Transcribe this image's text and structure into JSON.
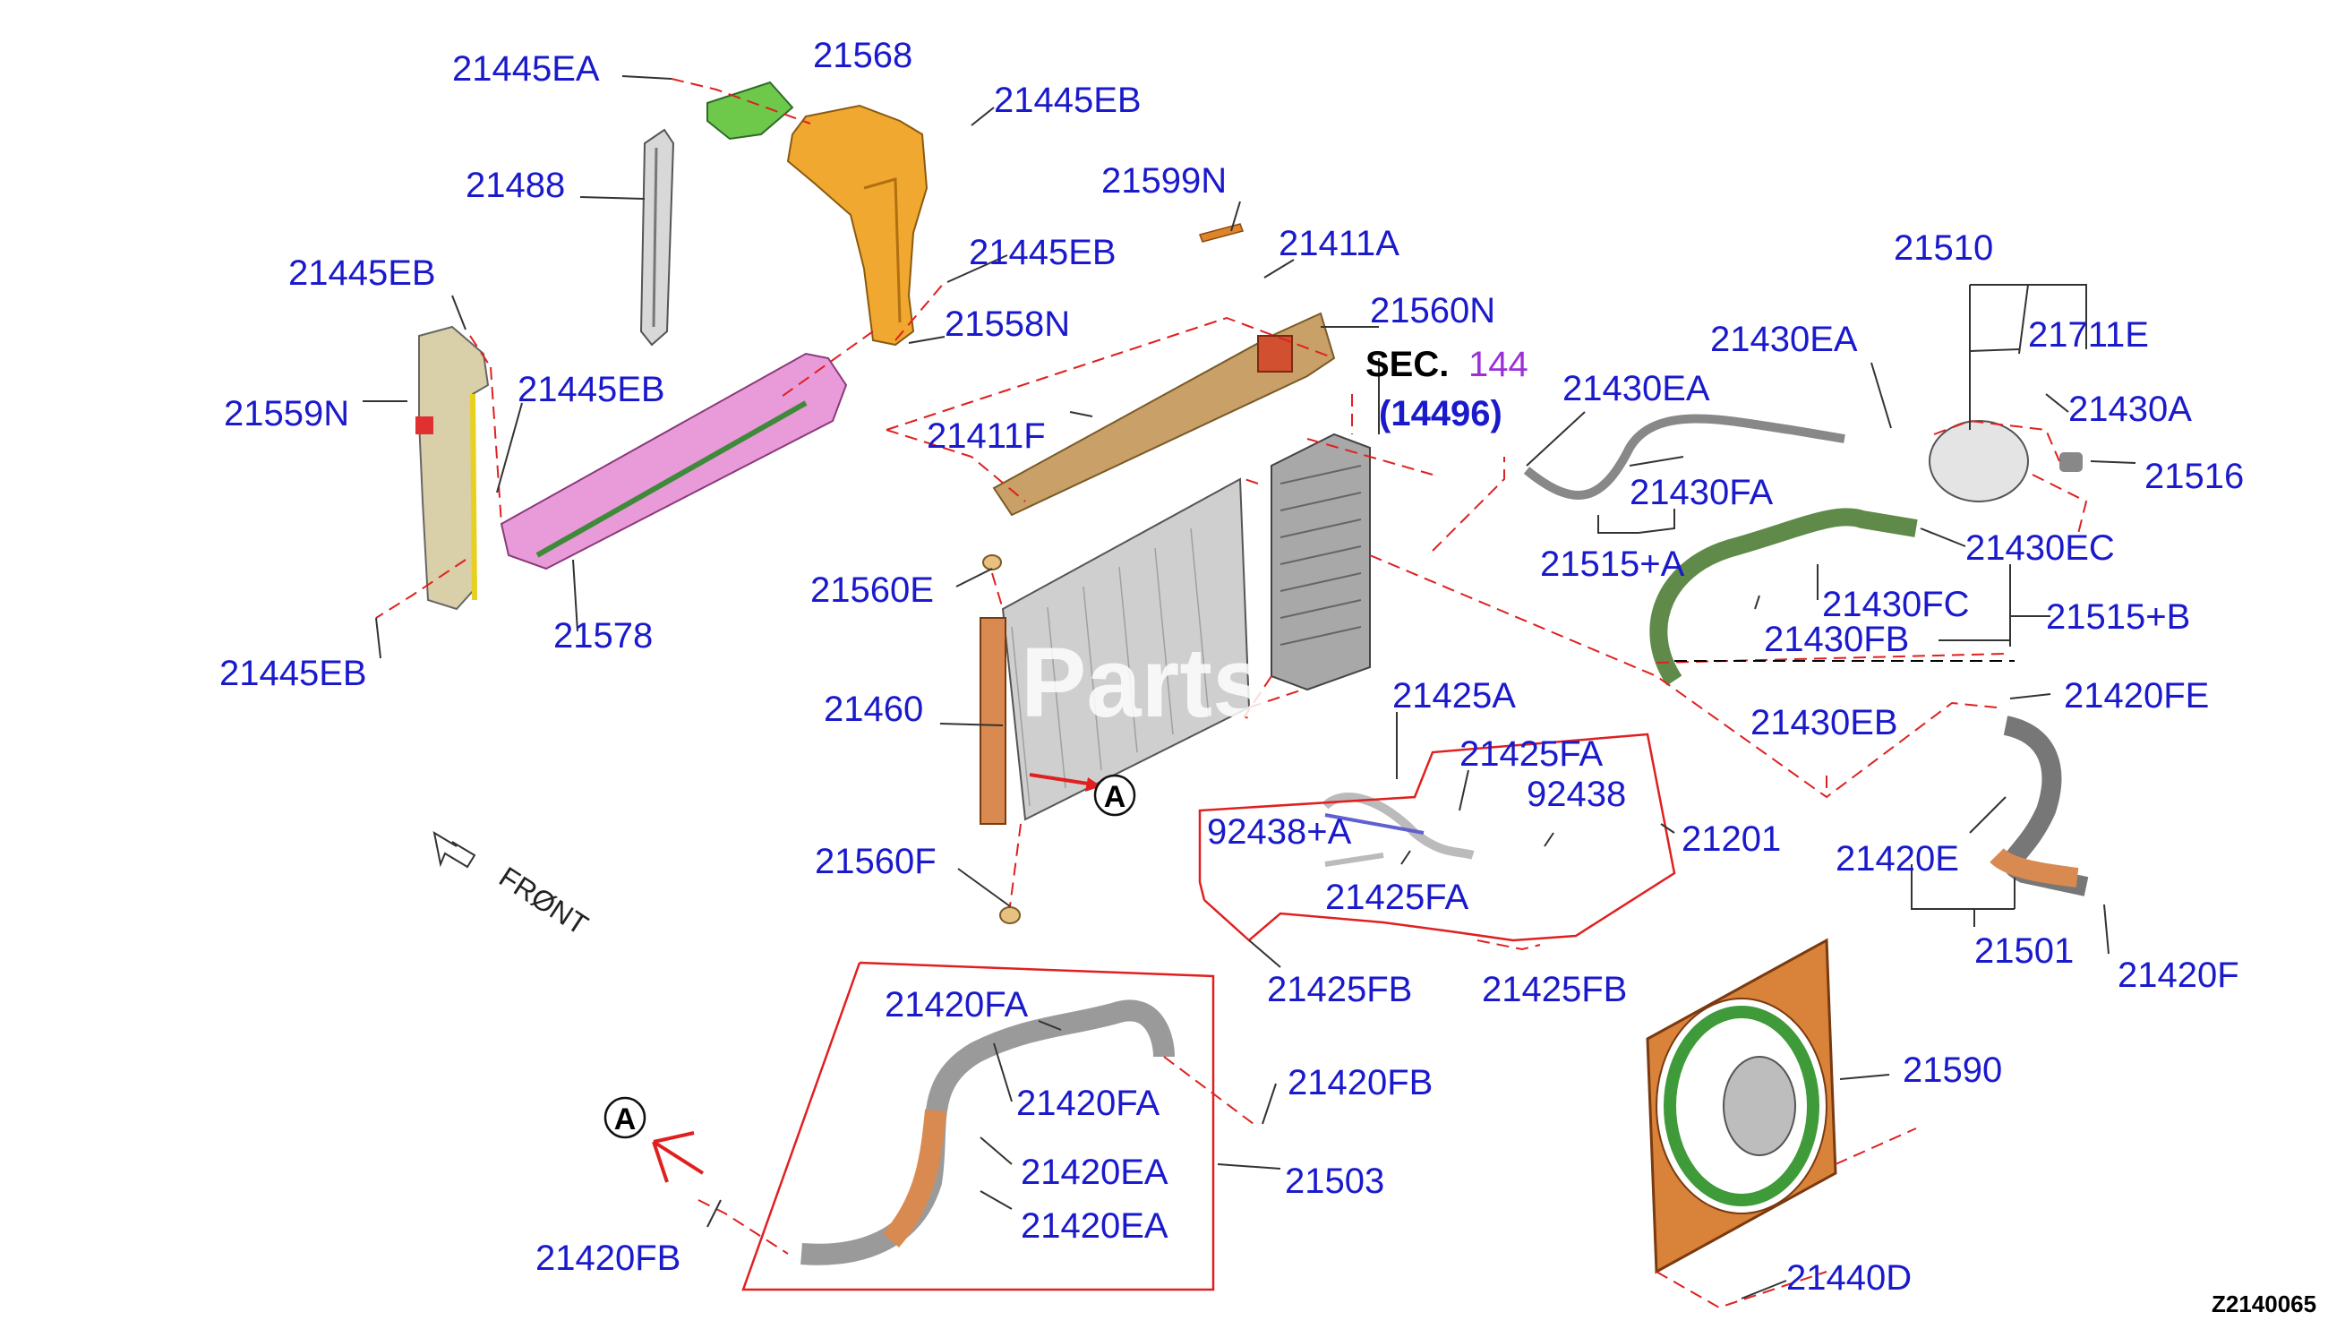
{
  "diagram_code": "Z2140065",
  "watermark": "Parts",
  "front_label": "FRØNT",
  "section_ref": {
    "sec": "SEC.",
    "num": "144",
    "code": "(14496)"
  },
  "callout_letter": "A",
  "labels": {
    "l21445EA_top": "21445EA",
    "l21568": "21568",
    "l21445EB_a": "21445EB",
    "l21488": "21488",
    "l21599N": "21599N",
    "l21445EB_b": "21445EB",
    "l21411A": "21411A",
    "l21445EB_c": "21445EB",
    "l21558N": "21558N",
    "l21560N": "21560N",
    "l21445EB_d": "21445EB",
    "l21559N": "21559N",
    "l21411F": "21411F",
    "l21578": "21578",
    "l21445EB_e": "21445EB",
    "l21560E": "21560E",
    "l21460": "21460",
    "l21560F": "21560F",
    "l21425A": "21425A",
    "l21425FA_a": "21425FA",
    "l92438": "92438",
    "l92438A": "92438+A",
    "l21201": "21201",
    "l21425FA_b": "21425FA",
    "l21425FB_a": "21425FB",
    "l21425FB_b": "21425FB",
    "l21510": "21510",
    "l21430EA_a": "21430EA",
    "l21711E": "21711E",
    "l21430EA_b": "21430EA",
    "l21430A": "21430A",
    "l21516": "21516",
    "l21430FA": "21430FA",
    "l21515A": "21515+A",
    "l21430EC": "21430EC",
    "l21430FC": "21430FC",
    "l21515B": "21515+B",
    "l21430FB": "21430FB",
    "l21430EB": "21430EB",
    "l21420FE": "21420FE",
    "l21420E": "21420E",
    "l21501": "21501",
    "l21420F": "21420F",
    "l21590": "21590",
    "l21440D": "21440D",
    "l21420FA_a": "21420FA",
    "l21420FA_b": "21420FA",
    "l21420FB_a": "21420FB",
    "l21420EA_a": "21420EA",
    "l21420EA_b": "21420EA",
    "l21503": "21503",
    "l21420FB_b": "21420FB"
  },
  "colors": {
    "label": "#1a1acc",
    "dash": "#e02020",
    "tank": "#f0a830",
    "bracket_green": "#6ec84a",
    "duct_pink": "#e89bd8",
    "hose_green": "#5f8a4a",
    "pipe_copper": "#d98a50",
    "radiator": "#b9b9b9",
    "fan_frame": "#d9823a",
    "fan_blade": "#3f9a3a"
  }
}
